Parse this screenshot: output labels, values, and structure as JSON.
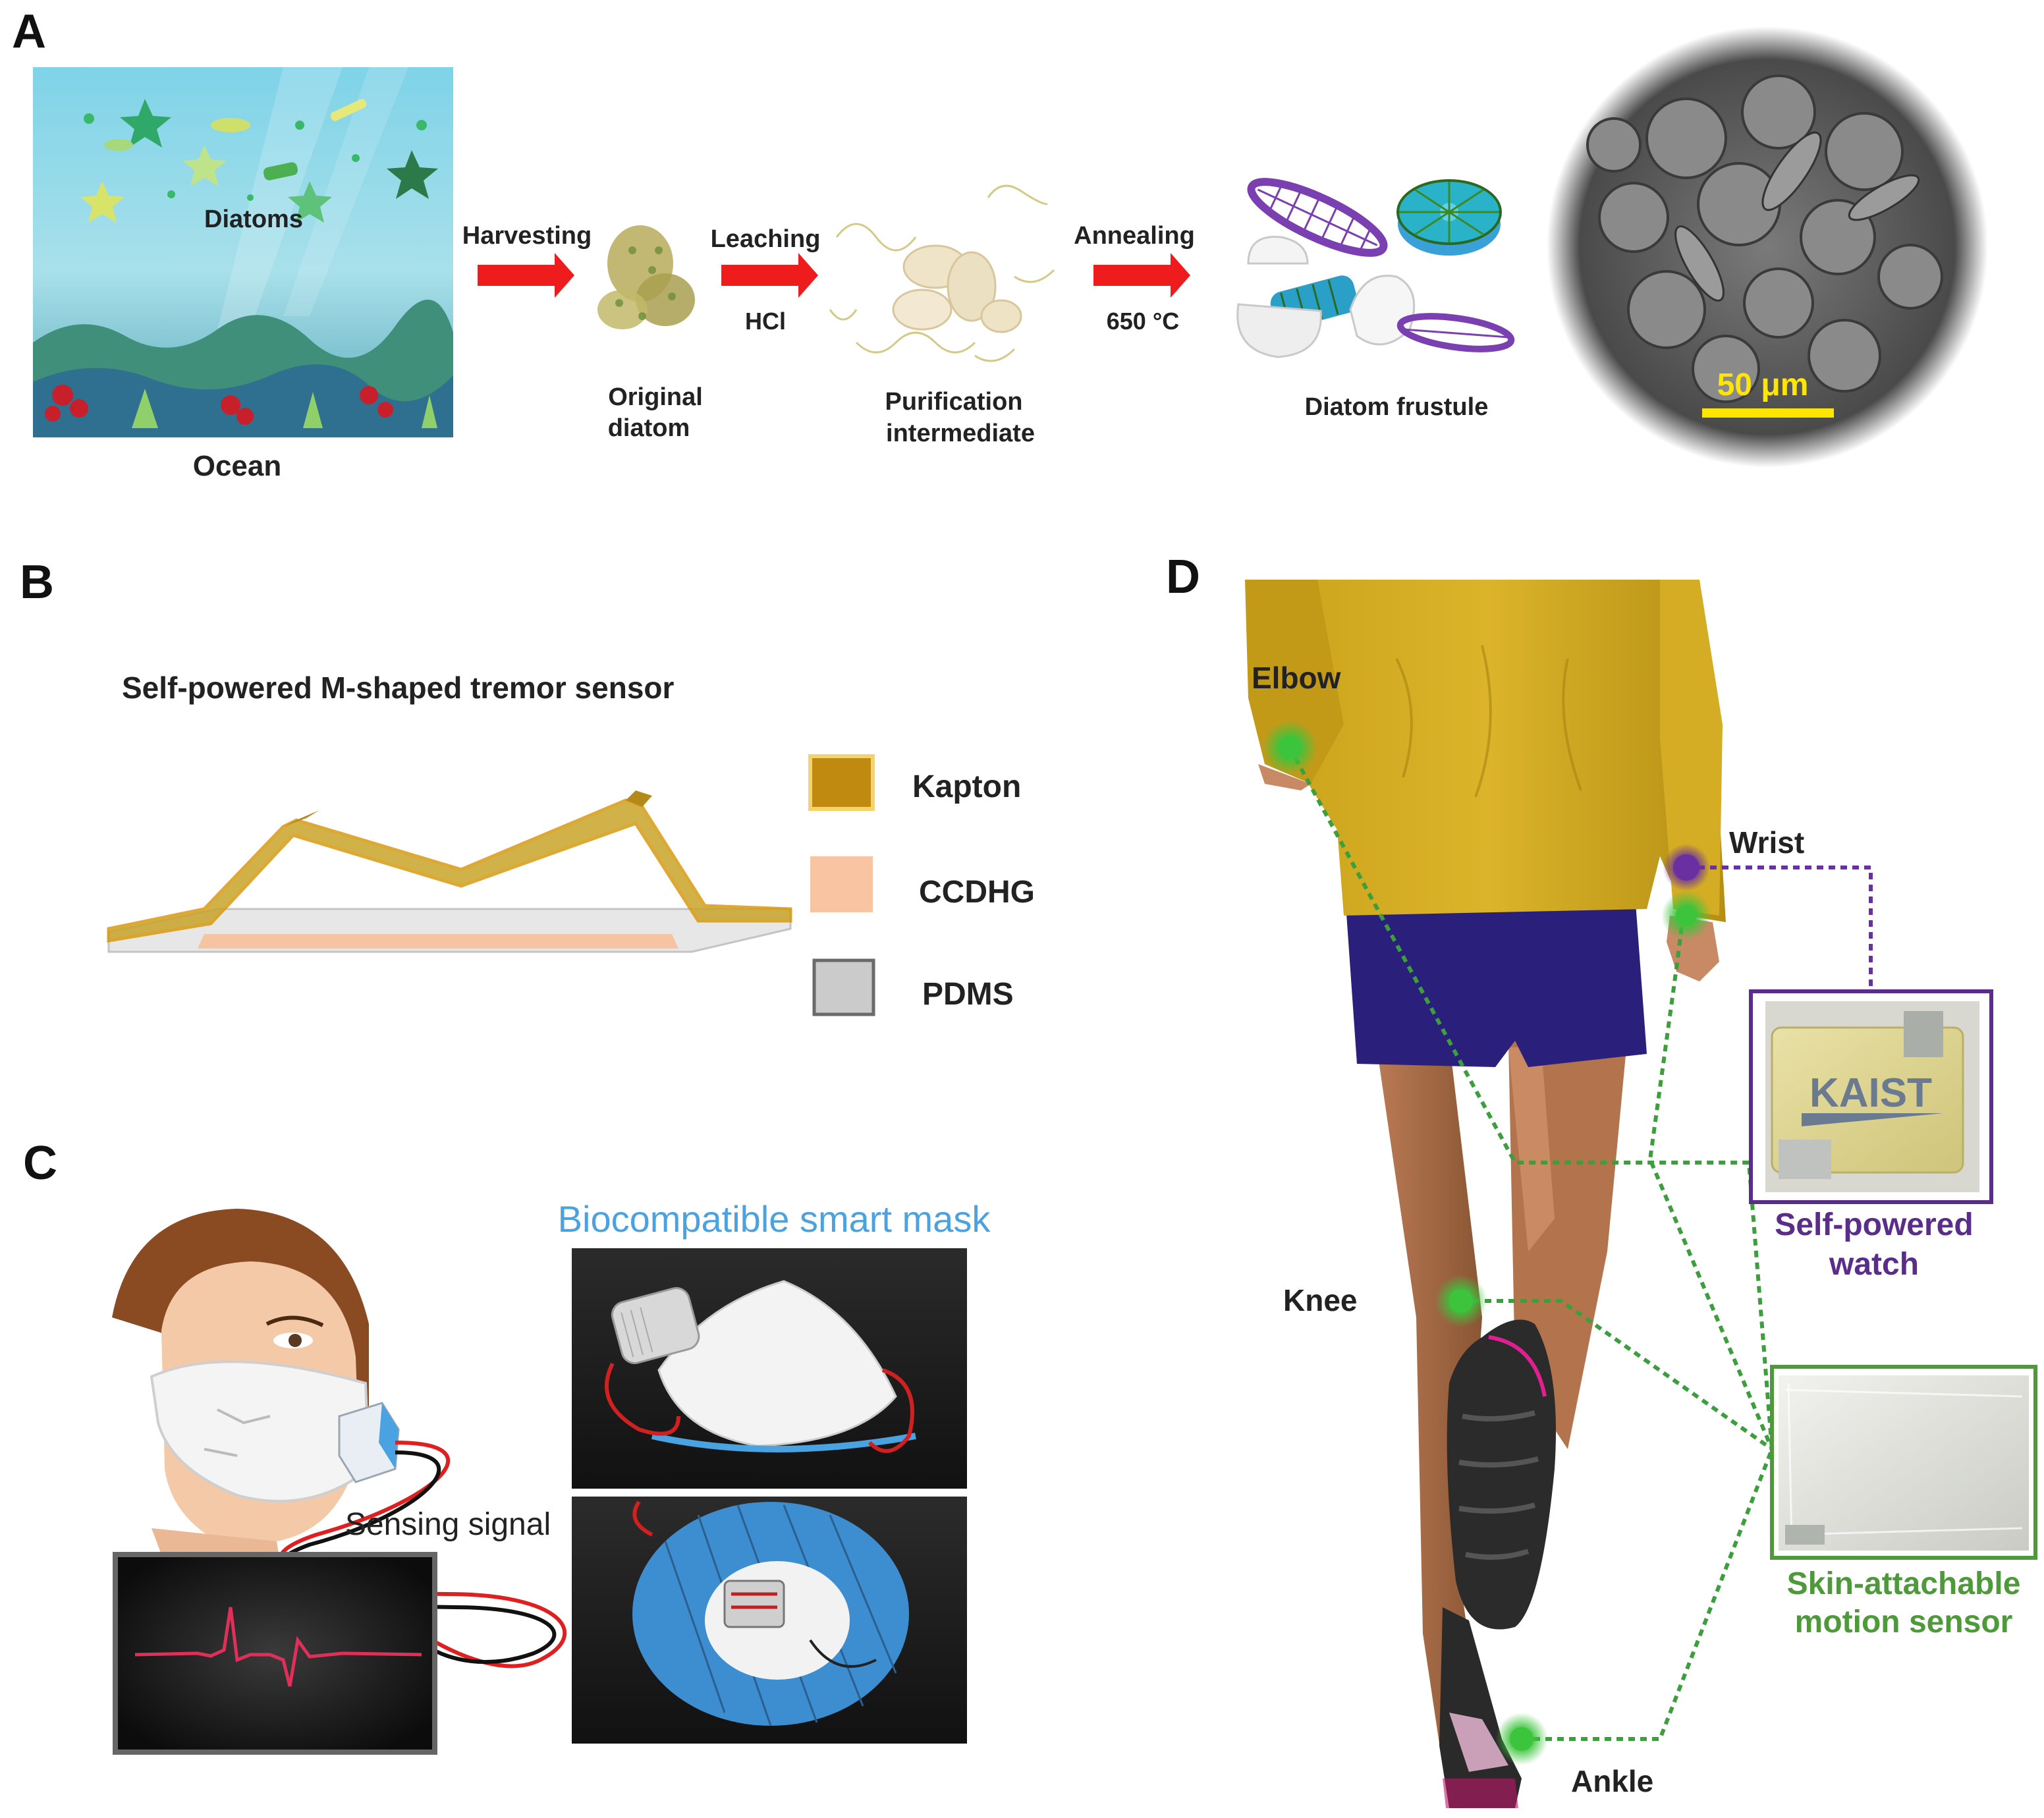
{
  "panels": {
    "a": {
      "letter": "A",
      "ocean_label": "Ocean",
      "diatoms_label": "Diatoms",
      "steps": [
        {
          "label": "Harvesting",
          "condition": ""
        },
        {
          "label": "Leaching",
          "condition": "HCl"
        },
        {
          "label": "Annealing",
          "condition": "650 °C"
        }
      ],
      "stages": {
        "original_line1": "Original",
        "original_line2": "diatom",
        "purification_line1": "Purification",
        "purification_line2": "intermediate",
        "frustule": "Diatom frustule"
      },
      "scale_bar": "50 μm"
    },
    "b": {
      "letter": "B",
      "title": "Self-powered M-shaped tremor sensor",
      "legend": [
        {
          "label": "Kapton",
          "color": "#c08a10"
        },
        {
          "label": "CCDHG",
          "color": "#f9c4a1"
        },
        {
          "label": "PDMS",
          "color": "#cbcbcb"
        }
      ]
    },
    "c": {
      "letter": "C",
      "title": "Biocompatible smart mask",
      "signal_label": "Sensing signal"
    },
    "d": {
      "letter": "D",
      "joints": {
        "elbow": "Elbow",
        "wrist": "Wrist",
        "knee": "Knee",
        "ankle": "Ankle"
      },
      "watch_logo": "KAIST",
      "watch_line1": "Self-powered",
      "watch_line2": "watch",
      "sensor_line1": "Skin-attachable",
      "sensor_line2": "motion sensor"
    }
  },
  "colors": {
    "arrow": "#ee1c1c",
    "mask_title": "#4aa3e0",
    "watch": "#5b2d8a",
    "sensor": "#4e9a3a",
    "joint_green": "#3cc43c",
    "joint_purple": "#6a2fa0"
  }
}
